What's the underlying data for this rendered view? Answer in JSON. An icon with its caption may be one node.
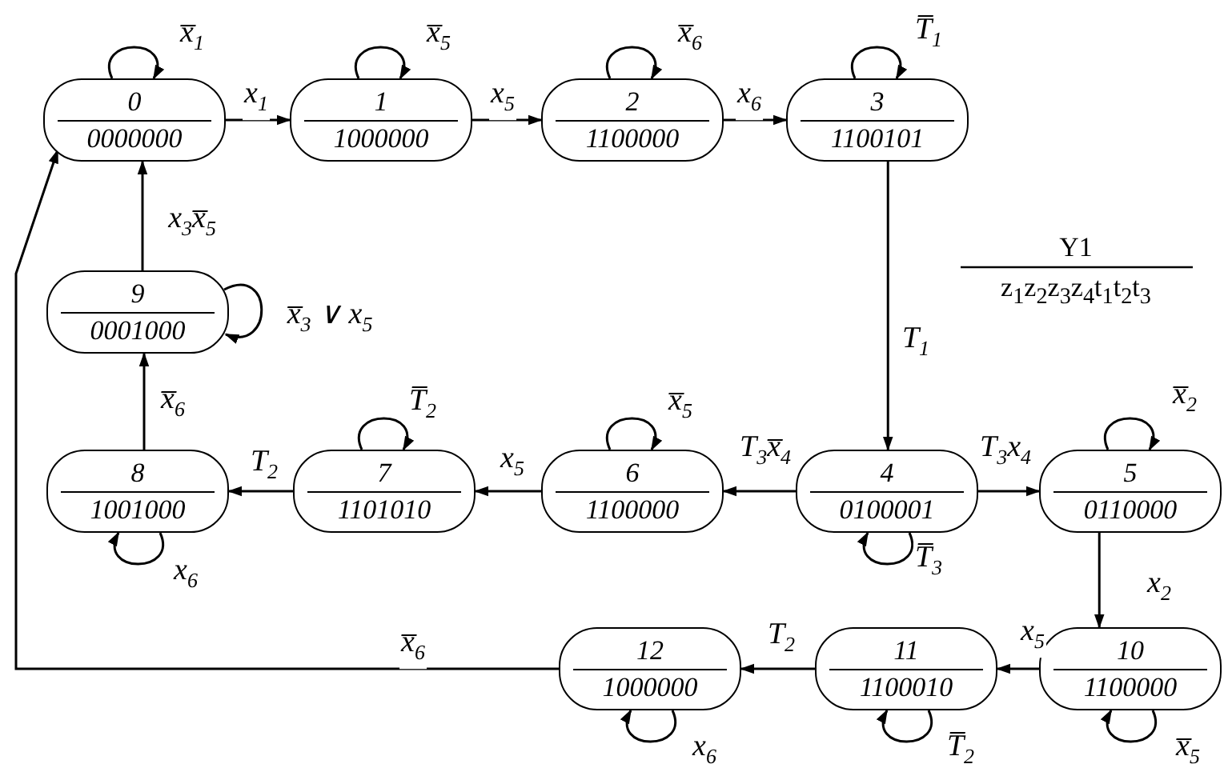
{
  "diagram": {
    "nodes": [
      {
        "text": [
          "0",
          "0000000"
        ]
      },
      {
        "text": [
          "1",
          "1000000"
        ]
      },
      {
        "text": [
          "2",
          "1100000"
        ]
      },
      {
        "text": [
          "3",
          "1100101"
        ]
      },
      {
        "text": [
          "4",
          "0100001"
        ]
      },
      {
        "text": [
          "5",
          "0110000"
        ]
      },
      {
        "text": [
          "6",
          "1100000"
        ]
      },
      {
        "text": [
          "7",
          "1101010"
        ]
      },
      {
        "text": [
          "8",
          "1001000"
        ]
      },
      {
        "text": [
          "9",
          "0001000"
        ]
      },
      {
        "text": [
          "10",
          "1100000"
        ]
      },
      {
        "text": [
          "11",
          "1100010"
        ]
      },
      {
        "text": [
          "12",
          "1000000"
        ]
      }
    ],
    "edges": [
      {
        "from": 0,
        "to": 0,
        "arrow": "to",
        "label": "x̅$_{1}$"
      },
      {
        "from": 0,
        "to": 1,
        "arrow": "to",
        "label": "x$_{1}$"
      },
      {
        "from": 1,
        "to": 1,
        "arrow": "to",
        "label": "x̅$_{5}$"
      },
      {
        "from": 1,
        "to": 2,
        "arrow": "to",
        "label": "x$_{5}$"
      },
      {
        "from": 2,
        "to": 2,
        "arrow": "to",
        "label": "x̅$_{6}$"
      },
      {
        "from": 2,
        "to": 3,
        "arrow": "to",
        "label": "x$_{6}$"
      },
      {
        "from": 3,
        "to": 3,
        "arrow": "to",
        "label": "T̅$_{1}$"
      },
      {
        "from": 3,
        "to": 4,
        "arrow": "to",
        "label": "T$_{1}$"
      },
      {
        "from": 4,
        "to": 4,
        "arrow": "to",
        "label": "T̅$_{3}$"
      },
      {
        "from": 4,
        "to": 5,
        "arrow": "to",
        "label": "T$_{3}$x$_{4}$"
      },
      {
        "from": 4,
        "to": 6,
        "arrow": "to",
        "label": "T$_{3}$x̅$_{4}$"
      },
      {
        "from": 5,
        "to": 5,
        "arrow": "to",
        "label": "x̅$_{2}$"
      },
      {
        "from": 5,
        "to": 10,
        "arrow": "to",
        "label": "x$_{2}$"
      },
      {
        "from": 6,
        "to": 6,
        "arrow": "to",
        "label": "x̅$_{5}$"
      },
      {
        "from": 6,
        "to": 7,
        "arrow": "to",
        "label": "x$_{5}$"
      },
      {
        "from": 7,
        "to": 7,
        "arrow": "to",
        "label": "T̅$_{2}$"
      },
      {
        "from": 7,
        "to": 8,
        "arrow": "to",
        "label": "T$_{2}$"
      },
      {
        "from": 8,
        "to": 8,
        "arrow": "to",
        "label": "x$_{6}$"
      },
      {
        "from": 8,
        "to": 9,
        "arrow": "to",
        "label": "x̅$_{6}$"
      },
      {
        "from": 9,
        "to": 9,
        "arrow": "to",
        "label": "x̅$_{3}$ ∨ x$_{5}$"
      },
      {
        "from": 9,
        "to": 0,
        "arrow": "to",
        "label": "x$_{3}$x̅$_{5}$"
      },
      {
        "from": 10,
        "to": 10,
        "arrow": "to",
        "label": "x̅$_{5}$"
      },
      {
        "from": 10,
        "to": 11,
        "arrow": "to",
        "label": "x$_{5}$"
      },
      {
        "from": 11,
        "to": 11,
        "arrow": "to",
        "label": "T̅$_{2}$"
      },
      {
        "from": 11,
        "to": 12,
        "arrow": "to",
        "label": "T$_{2}$"
      },
      {
        "from": 12,
        "to": 12,
        "arrow": "to",
        "label": "x$_{6}$"
      },
      {
        "from": 12,
        "to": 0,
        "arrow": "to",
        "label": "x̅$_{6}$"
      }
    ],
    "labels": [
      "Y1",
      "z$_{1}$z$_{2}$z$_{3}$z$_{4}$t$_{1}$t$_{2}$t$_{3}$"
    ]
  }
}
